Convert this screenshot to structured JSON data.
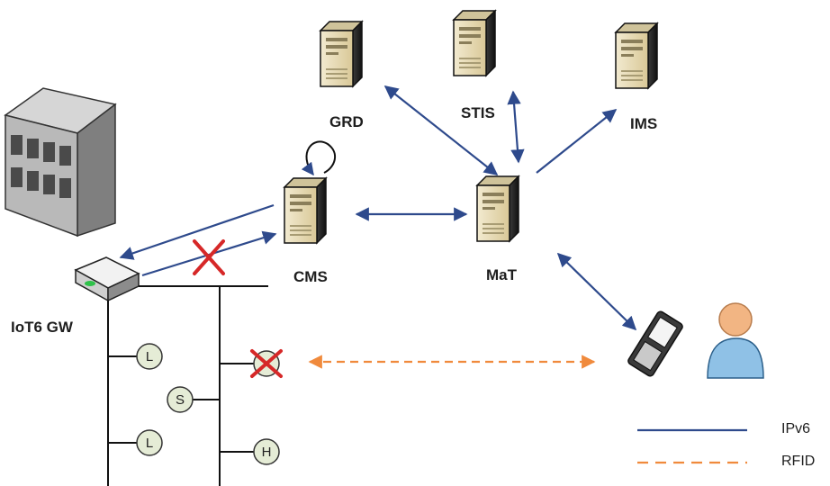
{
  "servers": {
    "grd": "GRD",
    "stis": "STIS",
    "ims": "IMS",
    "cms": "CMS",
    "mat": "MaT"
  },
  "gateway_label": "IoT6 GW",
  "devices": {
    "l1": "L",
    "s": "S",
    "l2": "L",
    "blocked": "",
    "h": "H"
  },
  "legend": {
    "ipv6": "IPv6",
    "rfid": "RFID"
  },
  "colors": {
    "ipv6_line": "#2e4a8c",
    "rfid_line": "#f08a3c",
    "blocked_x": "#d62828",
    "device_fill": "#e5ecd6",
    "server_body": "#e4d7ae"
  },
  "icons": [
    "building-icon",
    "gateway-router-icon",
    "server-icon",
    "mobile-phone-icon",
    "user-icon"
  ]
}
